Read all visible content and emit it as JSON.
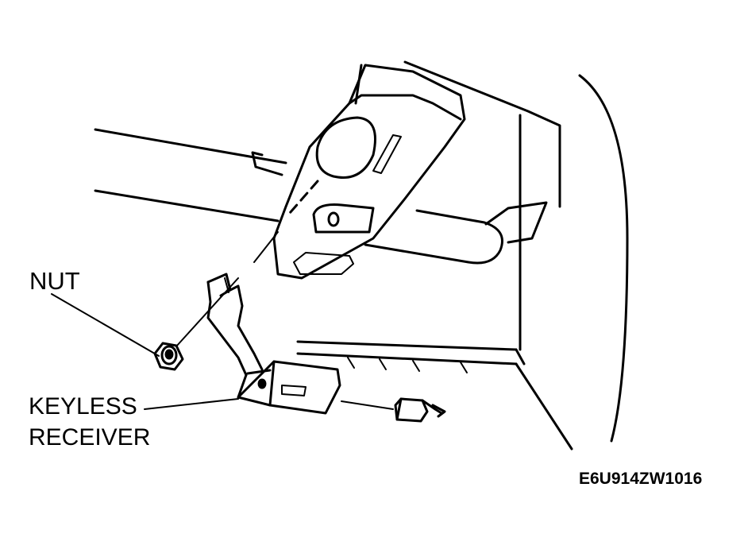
{
  "labels": {
    "nut": "NUT",
    "receiver_line1": "KEYLESS",
    "receiver_line2": "RECEIVER"
  },
  "figure_code": "E6U914ZW1016",
  "colors": {
    "ink": "#000000",
    "background": "#ffffff"
  }
}
